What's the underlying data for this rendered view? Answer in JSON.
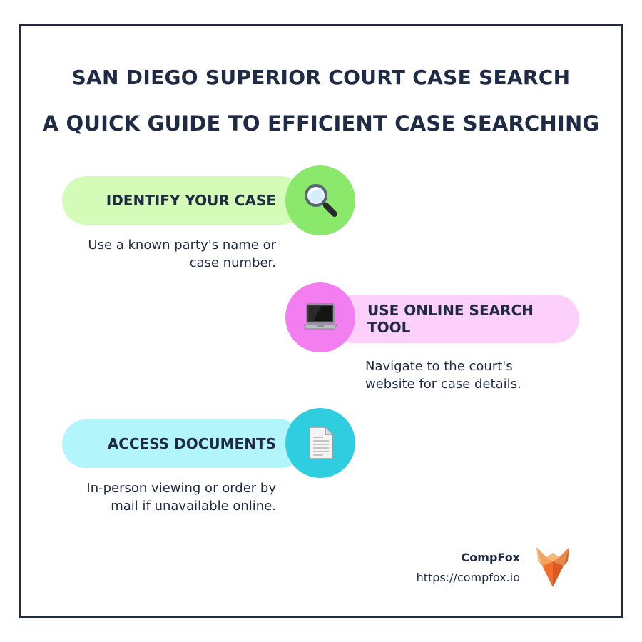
{
  "header": {
    "title": "SAN DIEGO SUPERIOR COURT CASE SEARCH",
    "subtitle": "A QUICK GUIDE TO EFFICIENT CASE SEARCHING"
  },
  "steps": [
    {
      "label": "IDENTIFY YOUR CASE",
      "description_line1": "Use a known party's name or",
      "description_line2": "case number.",
      "icon": "magnifying-glass-icon",
      "pill_color": "#d4fbb8",
      "circle_color": "#8ae86a"
    },
    {
      "label": "USE ONLINE SEARCH TOOL",
      "description_line1": "Navigate to the court's",
      "description_line2": "website for case details.",
      "icon": "laptop-icon",
      "pill_color": "#fdd0fb",
      "circle_color": "#f27ef0"
    },
    {
      "label": "ACCESS DOCUMENTS",
      "description_line1": "In-person viewing or order by",
      "description_line2": "mail if unavailable online.",
      "icon": "document-icon",
      "pill_color": "#b2f6fb",
      "circle_color": "#2ecde0"
    }
  ],
  "footer": {
    "brand": "CompFox",
    "url": "https://compfox.io",
    "logo_icon": "fox-logo-icon"
  }
}
